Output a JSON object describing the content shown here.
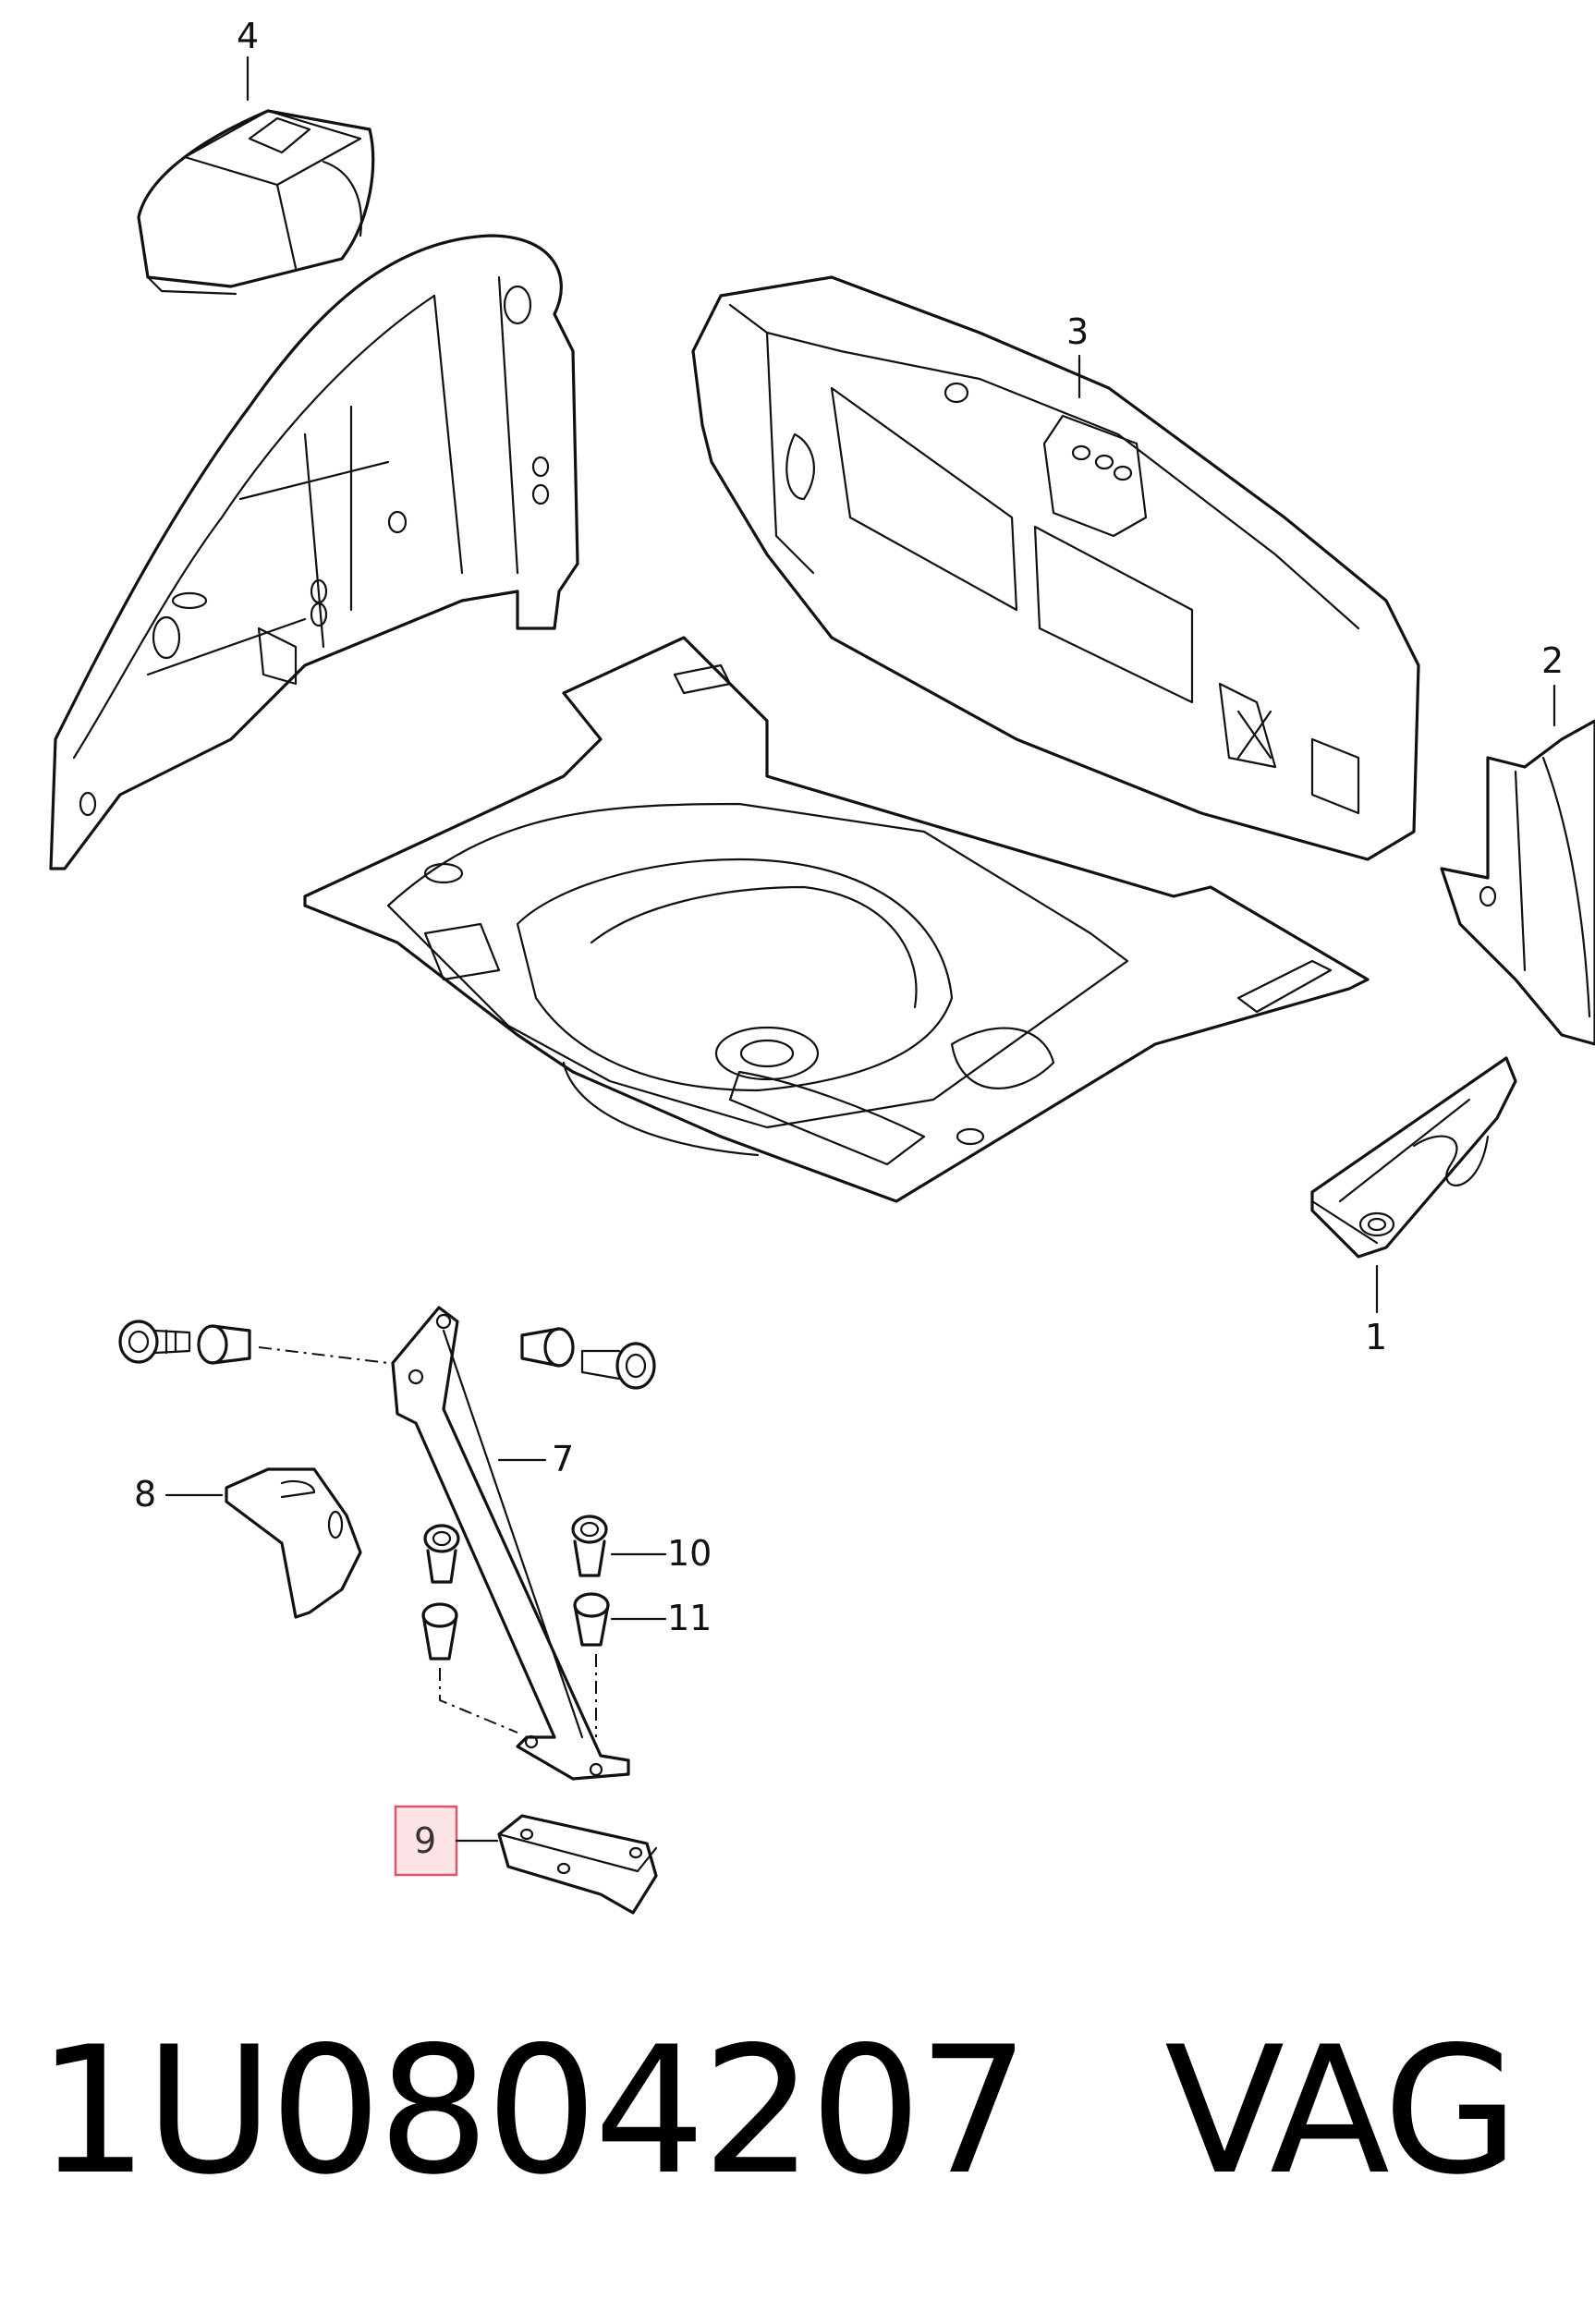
{
  "callouts": [
    {
      "id": "1",
      "label": "1"
    },
    {
      "id": "2",
      "label": "2"
    },
    {
      "id": "3",
      "label": "3"
    },
    {
      "id": "4",
      "label": "4"
    },
    {
      "id": "7",
      "label": "7"
    },
    {
      "id": "8",
      "label": "8"
    },
    {
      "id": "9",
      "label": "9",
      "highlighted": true
    },
    {
      "id": "10",
      "label": "10"
    },
    {
      "id": "11",
      "label": "11"
    }
  ],
  "footer": {
    "part_number": "1U0804207",
    "brand": "VAG"
  },
  "colors": {
    "line": "#111111",
    "highlight_fill": "#fbe3e6",
    "highlight_border": "#d9566b"
  }
}
